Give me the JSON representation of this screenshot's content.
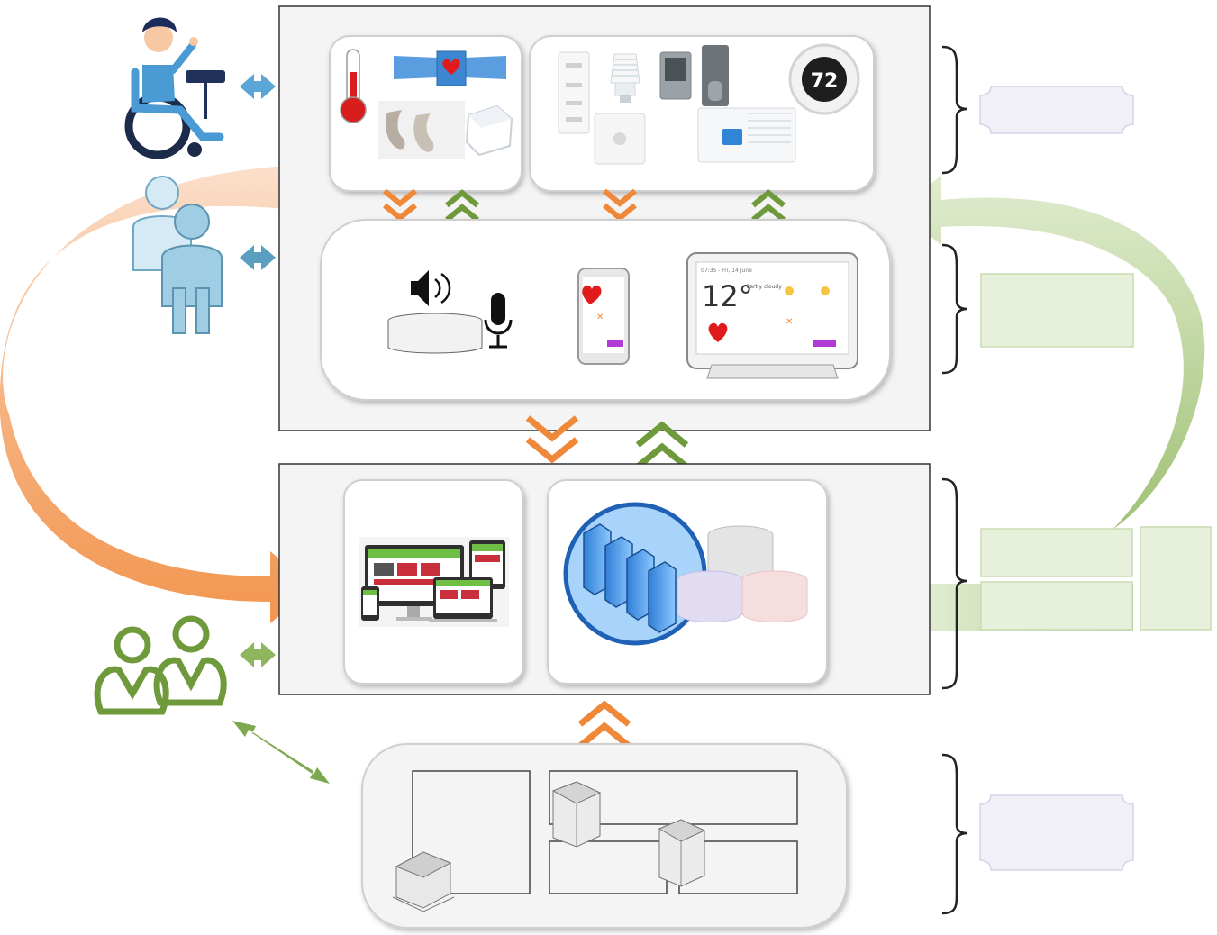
{
  "colors": {
    "orange": "#f08a3c",
    "orange_light": "#f7c9a6",
    "green": "#6e9a3c",
    "green_light": "#c7dba9",
    "blue": "#5aa6d6",
    "panel_bg": "#f4f4f4",
    "label_box_purple": "#f1eff7",
    "label_box_green": "#e6f0da"
  },
  "icons": {
    "wheelchair_user": "wheelchair-user-icon",
    "family": "family-icon",
    "caregivers": "caregivers-icon",
    "thermometer": "thermometer-icon",
    "heart_band": "heart-band-icon",
    "hearing_aid": "hearing-aid-icon",
    "sensor": "sensor-icon",
    "switch": "switch-icon",
    "bulb": "bulb-icon",
    "door_lock": "door-lock-icon",
    "thermostat": "thermostat-icon",
    "motion_sensor": "motion-sensor-icon",
    "air_conditioner": "air-conditioner-icon",
    "smart_speaker": "smart-speaker-icon",
    "microphone": "microphone-icon",
    "smartphone": "smartphone-icon",
    "smart_display": "smart-display-icon",
    "web_devices": "web-devices-icon",
    "servers": "servers-icon",
    "databases": "databases-icon",
    "buildings": "buildings-icon"
  },
  "devices": {
    "thermostat_value": "72",
    "display_temp": "12°",
    "display_weather": "Partly cloudy",
    "display_time": "07:35 - Fri, 14 June"
  }
}
